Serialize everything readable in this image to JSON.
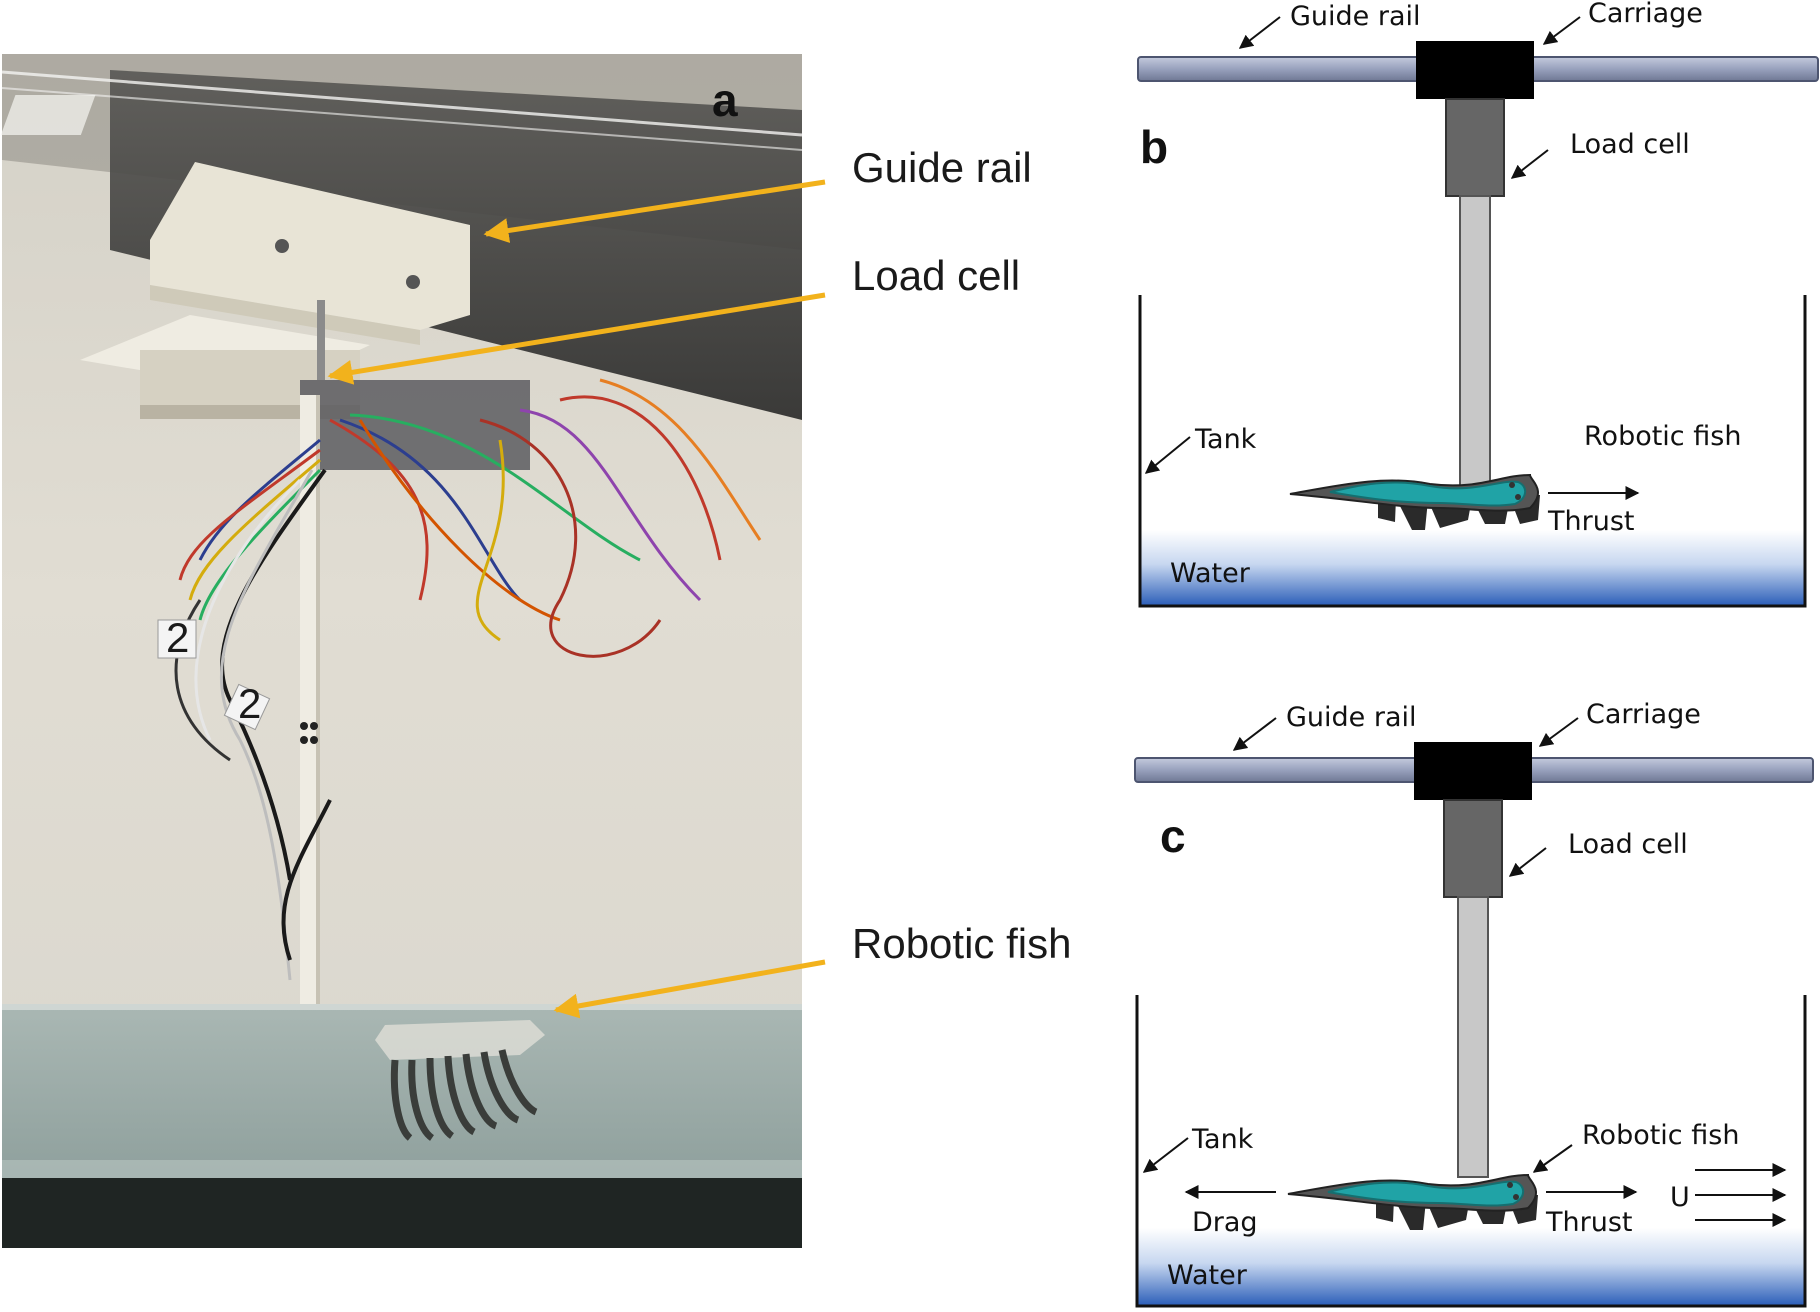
{
  "panel_a": {
    "letter": "a",
    "callouts": {
      "guide_rail": "Guide rail",
      "load_cell": "Load cell",
      "robotic_fish": "Robotic fish"
    },
    "tag_numbers": [
      "2",
      "2"
    ],
    "arrow_color": "#f2b21c"
  },
  "panel_b": {
    "letter": "b",
    "labels": {
      "guide_rail": "Guide rail",
      "carriage": "Carriage",
      "load_cell": "Load cell",
      "tank": "Tank",
      "robotic_fish": "Robotic fish",
      "thrust": "Thrust",
      "water": "Water"
    }
  },
  "panel_c": {
    "letter": "c",
    "labels": {
      "guide_rail": "Guide rail",
      "carriage": "Carriage",
      "load_cell": "Load cell",
      "tank": "Tank",
      "robotic_fish": "Robotic fish",
      "drag": "Drag",
      "thrust": "Thrust",
      "flow": "U",
      "water": "Water"
    }
  },
  "colors": {
    "water_top": "#ffffff",
    "water_bottom": "#2a5db8",
    "fish_body": "#20a3a6",
    "rail": "#9aa3bf",
    "carriage": "#000000",
    "load_cell": "#666666",
    "rod": "#c8c8c8"
  }
}
